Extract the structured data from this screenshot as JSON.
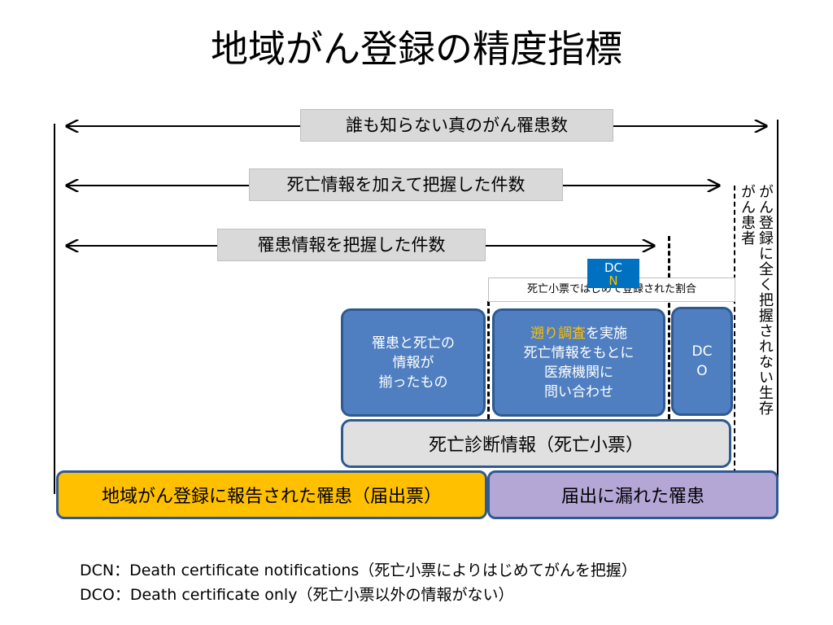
{
  "title": "地域がん登録の精度指標",
  "arrows": {
    "true_cases": "誰も知らない真のがん罹患数",
    "with_death_info": "死亡情報を加えて把握した件数",
    "incidence_info": "罹患情報を把握した件数"
  },
  "dcn_tag": {
    "line1": "DC",
    "line2": "N"
  },
  "dcn_ratio_label": "死亡小票ではじめて登録された割合",
  "boxes": {
    "matched": {
      "line1": "罹患と死亡の",
      "line2": "情報が",
      "line3": "揃ったもの"
    },
    "followback": {
      "highlight": "遡り調査",
      "line1_rest": "を実施",
      "line2": "死亡情報をもとに",
      "line3": "医療機関に",
      "line4": "問い合わせ"
    },
    "dco": {
      "line1": "DC",
      "line2": "O"
    },
    "death_diagnosis": "死亡診断情報（死亡小票）",
    "reported": "地域がん登録に報告された罹患（届出票）",
    "missed": "届出に漏れた罹患"
  },
  "vertical_texts": {
    "outer": "がん登録に全く把握されない生存",
    "inner": "がん患者"
  },
  "notes": {
    "dcn": "DCN：Death certificate notifications（死亡小票によりはじめてがんを把握）",
    "dco": "DCO：Death certificate only（死亡小票以外の情報がない）"
  },
  "colors": {
    "blue_box": "#4f7fc0",
    "blue_border": "#2f5a91",
    "orange": "#ffc000",
    "purple": "#b4a7d6",
    "gray": "#d9d9d9",
    "dcn_blue": "#0070c0"
  }
}
